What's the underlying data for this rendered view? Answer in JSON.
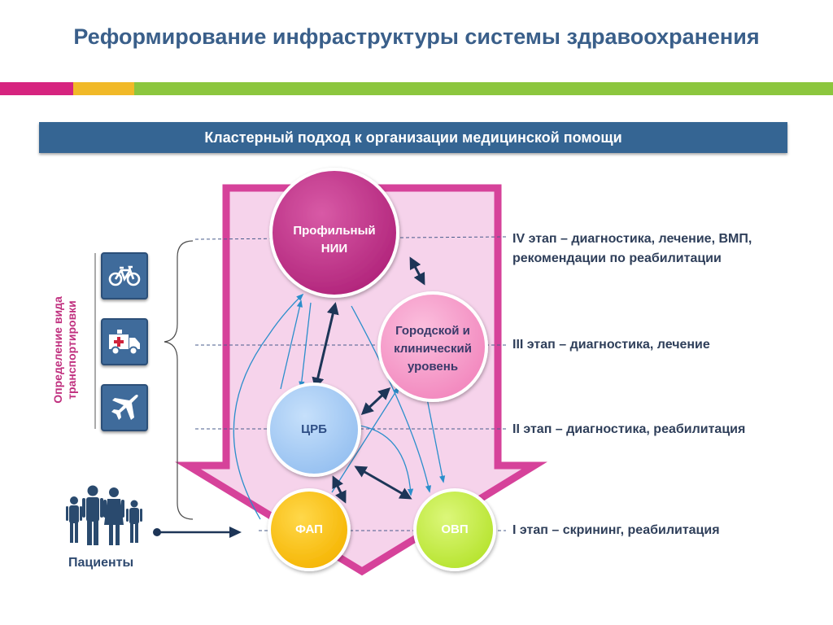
{
  "header": {
    "title": "Реформирование инфраструктуры системы здравоохранения",
    "stripe_colors": [
      "#d6247f",
      "#f1b928",
      "#8cc63e"
    ]
  },
  "subtitle": "Кластерный подход к организации медицинской помощи",
  "nodes": {
    "nii": {
      "line1": "Профильный",
      "line2": "НИИ",
      "color": "#c7318e"
    },
    "city": {
      "line1": "Городской и",
      "line2": "клинический",
      "line3": "уровень",
      "color": "#f69bc9"
    },
    "crb": {
      "label": "ЦРБ",
      "color": "#a8ccf5"
    },
    "fap": {
      "label": "ФАП",
      "color": "#fbc20a"
    },
    "ovp": {
      "label": "ОВП",
      "color": "#c7ef4c"
    }
  },
  "stages": {
    "iv_line1": "IV этап – диагностика, лечение, ВМП,",
    "iv_line2": "рекомендации по реабилитации",
    "iii": "III этап – диагностика, лечение",
    "ii": "II этап – диагностика, реабилитация",
    "i": "I этап – скрининг, реабилитация"
  },
  "transport": {
    "label_line1": "Определение вида",
    "label_line2": "транспортировки",
    "icons": [
      "bicycle-icon",
      "ambulance-icon",
      "airplane-icon"
    ]
  },
  "patients_label": "Пациенты"
}
